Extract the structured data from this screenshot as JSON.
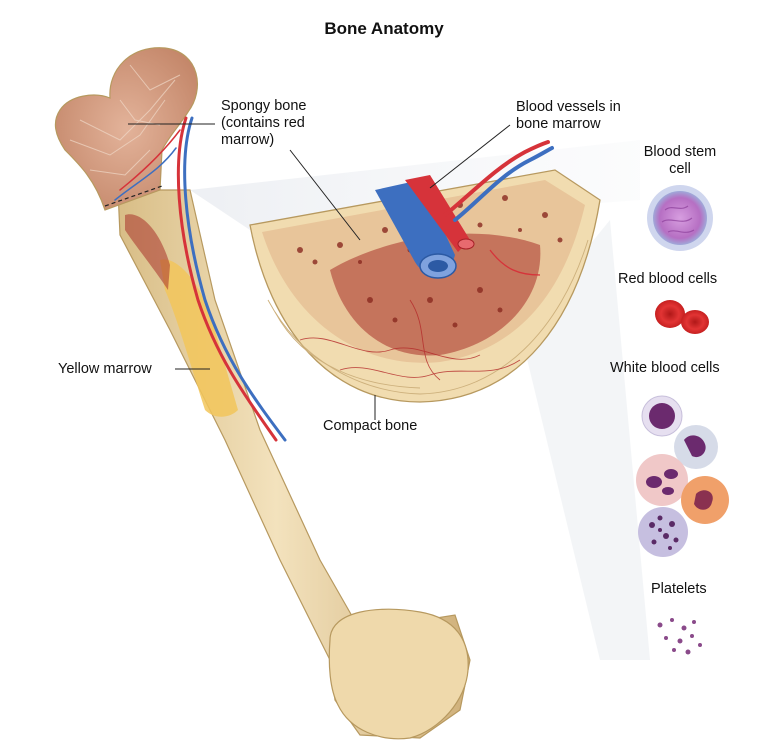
{
  "title": "Bone Anatomy",
  "labels": {
    "spongy_bone": [
      "Spongy bone",
      "(contains red",
      "marrow)"
    ],
    "blood_vessels": [
      "Blood vessels in",
      "bone marrow"
    ],
    "yellow_marrow": "Yellow marrow",
    "compact_bone": "Compact bone",
    "blood_stem_cell": [
      "Blood stem",
      "cell"
    ],
    "red_blood_cells": "Red blood cells",
    "white_blood_cells": "White blood cells",
    "platelets": "Platelets"
  },
  "colors": {
    "bone": "#efdcb3",
    "bone_shade": "#d9bd86",
    "spongy": "#c98a6a",
    "marrow_red": "#a8322a",
    "yellow_marrow": "#f2c65a",
    "artery": "#d6333a",
    "vein": "#3d6fc0",
    "stem_cell": "#c88ad3",
    "red_cell": "#d92b2b",
    "white_cell_nucleus": "#6b2a6e",
    "platelet": "#8a4a8a"
  }
}
